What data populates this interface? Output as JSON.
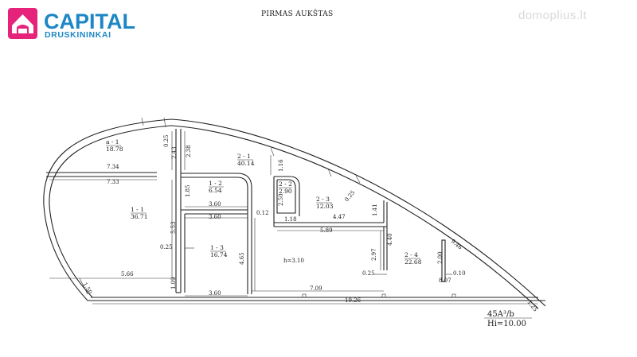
{
  "logo": {
    "brand": "CAPITAL",
    "city": "DRUSKININKAI",
    "colors": {
      "blue": "#1d87c5",
      "pink": "#e5237a"
    }
  },
  "watermark": "domoplius.lt",
  "plan_title": "PIRMAS AUKŠTAS",
  "rooms": [
    {
      "id": "a-1",
      "code": "a - 1",
      "area": "18.78"
    },
    {
      "id": "1-1",
      "code": "1 - 1",
      "area": "36.71"
    },
    {
      "id": "1-2",
      "code": "1 - 2",
      "area": "6.54"
    },
    {
      "id": "1-3",
      "code": "1 - 3",
      "area": "16.74"
    },
    {
      "id": "2-1",
      "code": "2 - 1",
      "area": "40.14"
    },
    {
      "id": "2-2",
      "code": "2 - 2",
      "area": "2.90"
    },
    {
      "id": "2-3",
      "code": "2 - 3",
      "area": "12.03"
    },
    {
      "id": "2-4",
      "code": "2 - 4",
      "area": "22.68"
    }
  ],
  "dimensions": [
    "0.25",
    "2.43",
    "2.38",
    "7.34",
    "7.33",
    "1.16",
    "0.25",
    "1.85",
    "2.50",
    "3.60",
    "0.12",
    "1.18",
    "4.47",
    "1.41",
    "3.60",
    "5.53",
    "5.89",
    "4.40",
    "9.46",
    "0.25",
    "2.97",
    "4.65",
    "2.00",
    "0.10",
    "8.07",
    "0.25",
    "5.66",
    "1.09",
    "7.09",
    "1.50",
    "3.60",
    "19.26",
    "1.25"
  ],
  "height_note": "h=3.10",
  "stamp": {
    "line1": "45A³/b",
    "line2": "Hi=10.00"
  }
}
